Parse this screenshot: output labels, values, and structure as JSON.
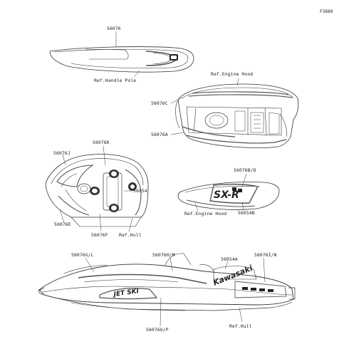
{
  "figure_number": "F3880",
  "part_numbers": {
    "handle_pole_decal": "56076",
    "hood_decal_top": "56076C",
    "hood_decal_side": "56076A",
    "deck_front_top": "56076K",
    "deck_front_side": "56076J",
    "deck_center": "56054",
    "deck_front_lower": "56076E",
    "deck_rear": "56076F",
    "hood_logo_set": "56076B/D",
    "hood_logo_small": "56054B",
    "hull_nose": "56076G/L",
    "hull_stripe": "56076H/M",
    "hull_mid": "56054A",
    "hull_rear": "56076I/N",
    "hull_lower": "56076O/P"
  },
  "references": {
    "handle_pole": "Ref.Handle Pole",
    "engine_hood_top": "Ref.Engine Hood",
    "engine_hood_lower": "Ref.Engine Hood",
    "hull_deck": "Ref.Hull",
    "hull_side": "Ref.Hull"
  },
  "artwork_text": {
    "brand": "Kawasaki",
    "model": "SX-R",
    "jet_ski": "JET SKI"
  },
  "colors": {
    "ink": "#222222",
    "line": "#333333",
    "stripe": "#555555",
    "paper": "#ffffff"
  }
}
